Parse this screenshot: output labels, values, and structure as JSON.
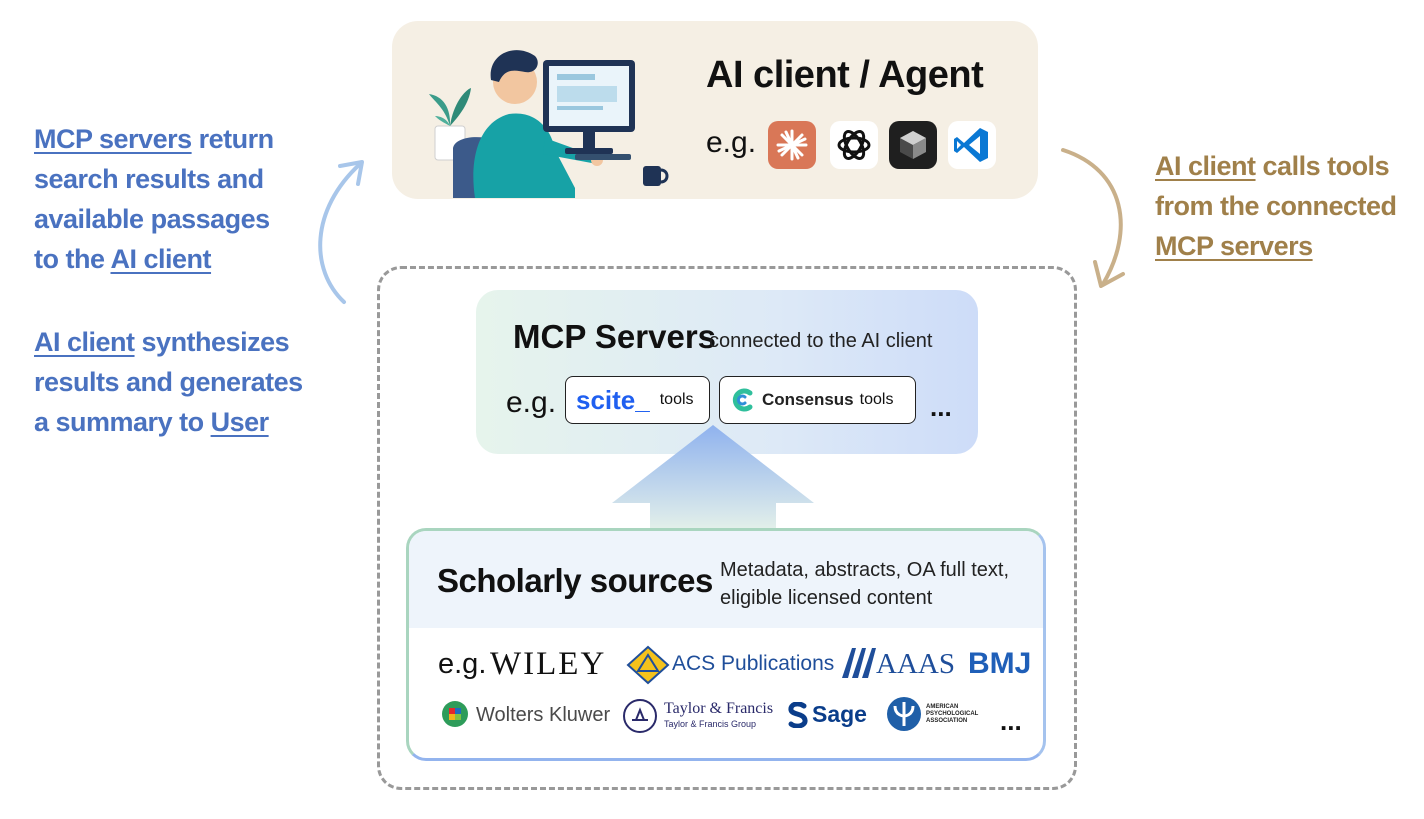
{
  "left_note": {
    "line1_link": "MCP servers",
    "line1_rest": " return",
    "line2": "search results and",
    "line3": "available passages",
    "line4_pre": "to the ",
    "line4_link": "AI client",
    "line5_link": "AI client",
    "line5_rest": " synthesizes",
    "line6": "results and generates",
    "line7_pre": "a summary to ",
    "line7_link": "User"
  },
  "right_note": {
    "line1_link": "AI client",
    "line1_rest": " calls tools",
    "line2": "from the connected",
    "line3_link": "MCP servers"
  },
  "client": {
    "title": "AI client / Agent",
    "eg": "e.g.",
    "apps": [
      {
        "icon": "claude-icon",
        "bg": "#d97757"
      },
      {
        "icon": "openai-icon",
        "bg": "#ffffff"
      },
      {
        "icon": "cursor-icon",
        "bg": "#1f1f1f"
      },
      {
        "icon": "vscode-icon",
        "bg": "#ffffff"
      }
    ]
  },
  "mcp": {
    "title": "MCP Servers",
    "subtitle": "connected to the AI client",
    "eg": "e.g.",
    "servers": [
      {
        "name": "scite_",
        "tools": "tools"
      },
      {
        "name": "Consensus",
        "tools": "tools"
      }
    ],
    "more": "..."
  },
  "scholarly": {
    "title": "Scholarly sources",
    "subtitle_line1": "Metadata, abstracts, OA full text,",
    "subtitle_line2": "eligible licensed content",
    "eg": "e.g.",
    "publishers_row1": [
      "WILEY",
      "ACS Publications",
      "AAAS",
      "BMJ"
    ],
    "publishers_row2": [
      "Wolters Kluwer",
      "Taylor & Francis",
      "Taylor & Francis Group",
      "Sage",
      "AMERICAN",
      "PSYCHOLOGICAL",
      "ASSOCIATION"
    ],
    "more": "..."
  },
  "colors": {
    "left_note": "#4a72c0",
    "right_note": "#a0804a",
    "client_bg": "#f5efe4"
  }
}
